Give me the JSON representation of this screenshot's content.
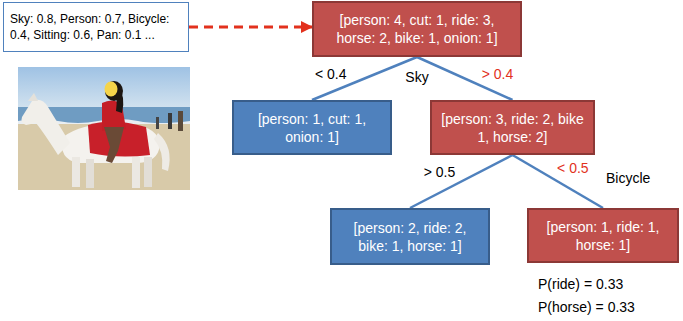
{
  "diagram": {
    "nodes": [
      {
        "text": [
          "Sky: 0.8, Person: 0.7, Bicycle: 0.4, Sitting: 0.6, Pan: 0.1 ..."
        ]
      },
      {
        "text": [
          "[person: 4, cut: 1, ride: 3, horse: 2, bike: 1, onion: 1]"
        ]
      },
      {
        "text": [
          "[person: 1, cut: 1, onion: 1]"
        ]
      },
      {
        "text": [
          "[person: 3, ride: 2, bike 1, horse: 2]"
        ]
      },
      {
        "text": [
          "[person: 2, ride: 2, bike: 1, horse: 1]"
        ]
      },
      {
        "text": [
          "[person: 1, ride: 1, horse: 1]"
        ]
      }
    ],
    "edges": [
      {
        "from": 0,
        "to": 1,
        "arrow": "to"
      },
      {
        "from": 1,
        "to": 2,
        "label": "< 0.4",
        "arrow": "none"
      },
      {
        "from": 1,
        "to": 3,
        "label": "> 0.4",
        "arrow": "none"
      },
      {
        "from": 3,
        "to": 4,
        "label": "> 0.5",
        "arrow": "none"
      },
      {
        "from": 3,
        "to": 5,
        "label": "< 0.5",
        "arrow": "none"
      }
    ],
    "labels": [
      "Sky",
      "Bicycle",
      "P(ride) = 0.33",
      "P(horse) = 0.33"
    ]
  }
}
